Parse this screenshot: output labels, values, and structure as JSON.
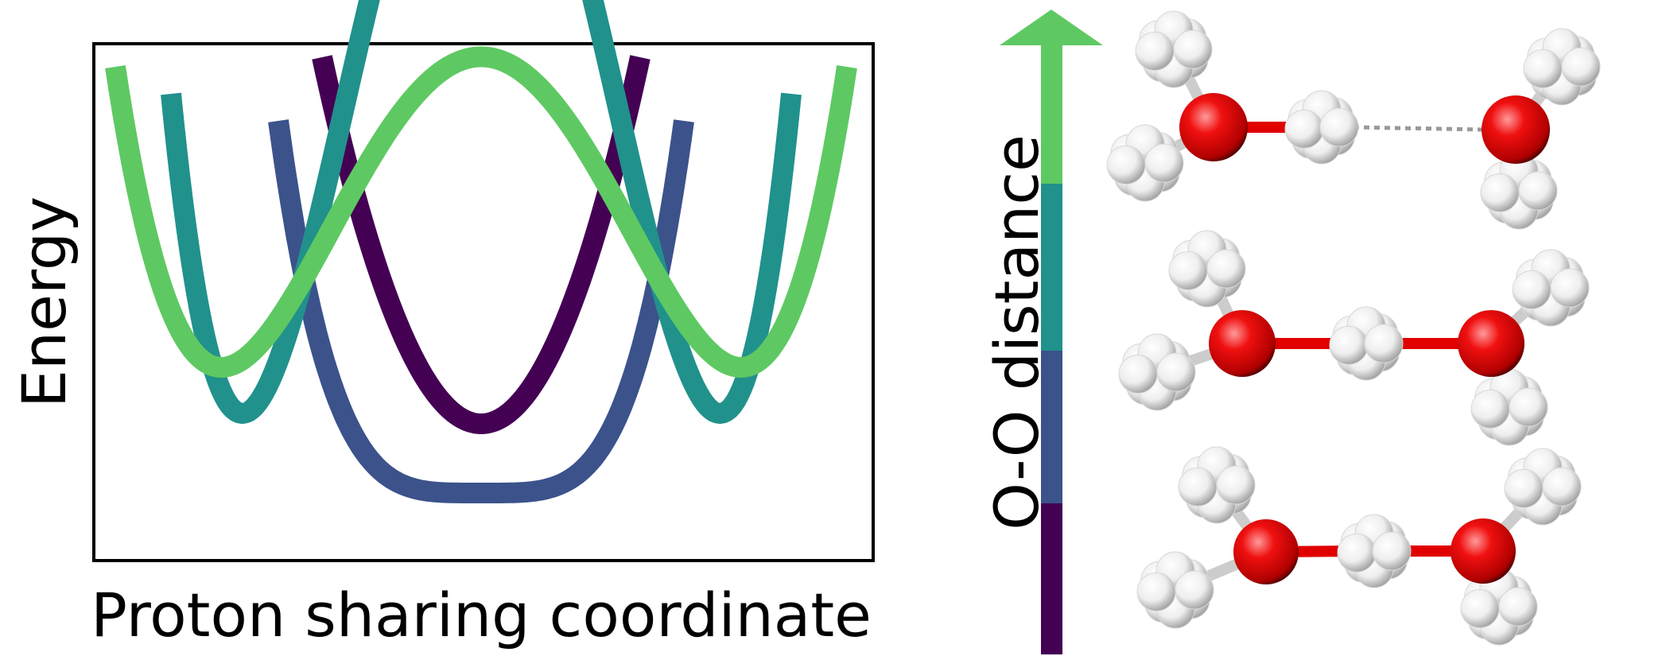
{
  "energy_plot": {
    "ylabel": "Energy",
    "xlabel": "Proton sharing coordinate",
    "curves": [
      {
        "shape": "single-well",
        "color": "#440154"
      },
      {
        "shape": "flat-bottom",
        "color": "#3b528b"
      },
      {
        "shape": "double-well",
        "color": "#21918c"
      },
      {
        "shape": "deep-double-well",
        "color": "#5ec962"
      }
    ]
  },
  "distance_arrow": {
    "label": "O-O distance",
    "segment_colors": [
      "#440154",
      "#3b528b",
      "#21918c",
      "#5ec962"
    ]
  },
  "structures": {
    "count": 3,
    "oxygen_color": "#e00000",
    "hydrogen_color": "#f2f2f2",
    "bond_color": "#cccccc"
  }
}
